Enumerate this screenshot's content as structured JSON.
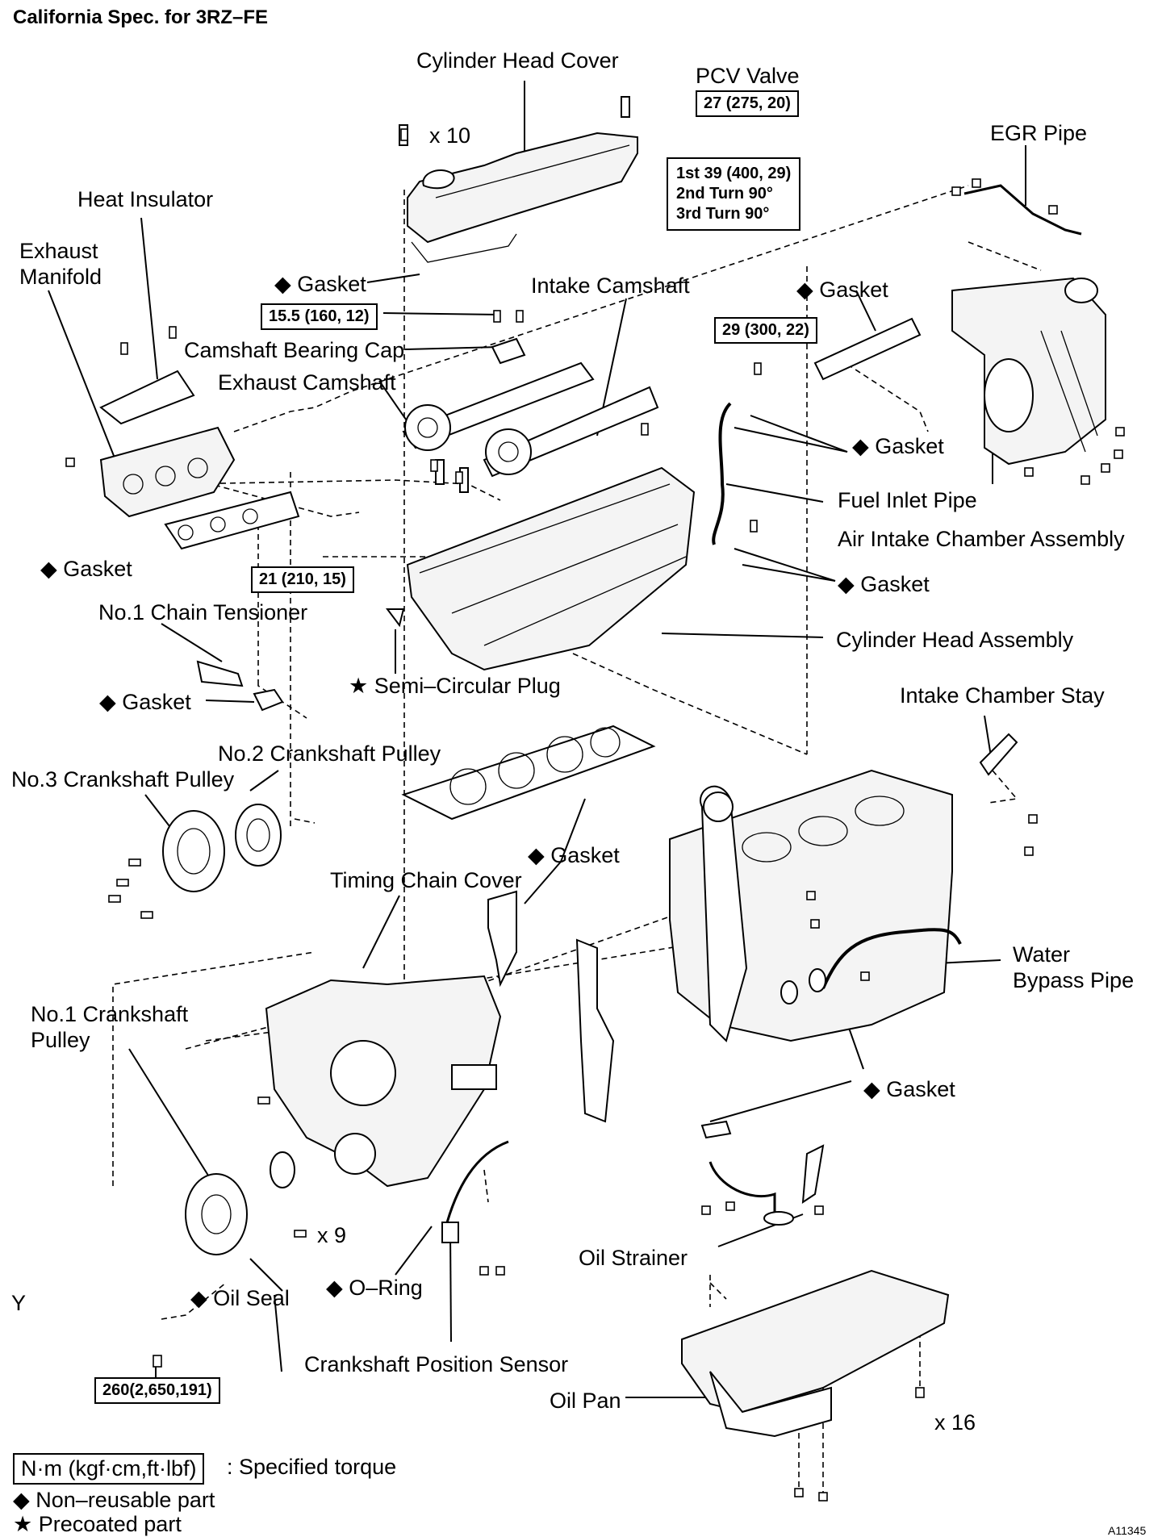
{
  "title": "California Spec. for 3RZ–FE",
  "figure_code": "A11345",
  "corner_mark": "Y",
  "labels": {
    "cylinder_head_cover": "Cylinder Head Cover",
    "pcv_valve": "PCV Valve",
    "egr_pipe": "EGR Pipe",
    "heat_insulator": "Heat Insulator",
    "exhaust_manifold_1": "Exhaust",
    "exhaust_manifold_2": "Manifold",
    "gasket_head_cover": "◆ Gasket",
    "intake_camshaft": "Intake Camshaft",
    "gasket_intake": "◆ Gasket",
    "camshaft_bearing_cap": "Camshaft Bearing Cap",
    "exhaust_camshaft": "Exhaust Camshaft",
    "gasket_fuel_1": "◆ Gasket",
    "fuel_inlet_pipe": "Fuel Inlet Pipe",
    "air_intake_chamber": "Air Intake Chamber Assembly",
    "gasket_exhaust": "◆ Gasket",
    "gasket_fuel_2": "◆ Gasket",
    "no1_chain_tensioner": "No.1 Chain Tensioner",
    "cylinder_head_assembly": "Cylinder Head Assembly",
    "gasket_tensioner": "◆ Gasket",
    "semi_circular_plug": "★ Semi–Circular Plug",
    "intake_chamber_stay": "Intake Chamber Stay",
    "no2_crankshaft_pulley": "No.2 Crankshaft Pulley",
    "no3_crankshaft_pulley": "No.3 Crankshaft Pulley",
    "gasket_timing": "◆ Gasket",
    "timing_chain_cover": "Timing Chain Cover",
    "water_bypass_1": "Water",
    "water_bypass_2": "Bypass Pipe",
    "no1_crankshaft_pulley_1": "No.1 Crankshaft",
    "no1_crankshaft_pulley_2": "Pulley",
    "gasket_bypass": "◆ Gasket",
    "x9": "x 9",
    "oil_strainer": "Oil Strainer",
    "oil_seal": "◆ Oil Seal",
    "o_ring": "◆ O–Ring",
    "crankshaft_position_sensor": "Crankshaft Position Sensor",
    "oil_pan": "Oil Pan",
    "x16": "x 16",
    "x10": "x 10"
  },
  "torque": {
    "pcv": "27 (275, 20)",
    "head_bolt_1": "1st 39 (400, 29)",
    "head_bolt_2": "2nd  Turn 90°",
    "head_bolt_3": "3rd  Turn 90°",
    "bearing_cap": "15.5 (160, 12)",
    "fuel_pipe": "29 (300, 22)",
    "head_front": "21 (210, 15)",
    "crank_pulley": "260(2,650,191)"
  },
  "legend": {
    "unit_box": "N·m (kgf·cm,ft·lbf)",
    "unit_desc": ": Specified torque",
    "nonreusable": "◆ Non–reusable part",
    "precoated": "★ Precoated part"
  }
}
